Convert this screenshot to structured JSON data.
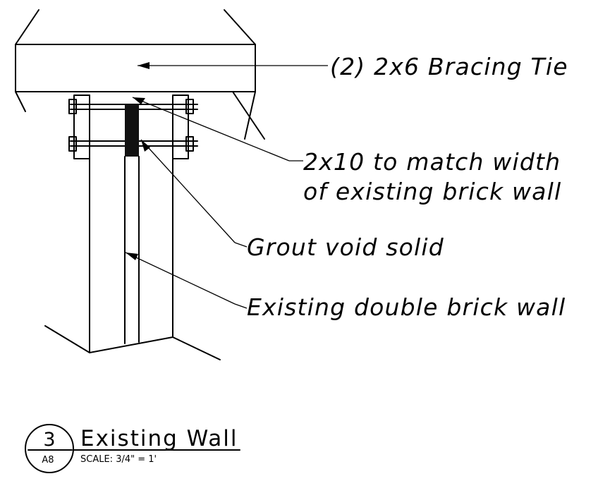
{
  "callouts": [
    {
      "id": "bracing-tie",
      "text": "(2) 2x6 Bracing Tie"
    },
    {
      "id": "match-width-1",
      "text": "2x10 to match width"
    },
    {
      "id": "match-width-2",
      "text": "of existing brick wall"
    },
    {
      "id": "grout",
      "text": "Grout void solid"
    },
    {
      "id": "existing-wall",
      "text": "Existing double brick wall"
    }
  ],
  "detail_title": {
    "number": "3",
    "sheet": "A8",
    "title": "Existing Wall",
    "scale": "SCALE: 3/4\" = 1'"
  },
  "colors": {
    "line": "#000000",
    "background": "#ffffff"
  }
}
